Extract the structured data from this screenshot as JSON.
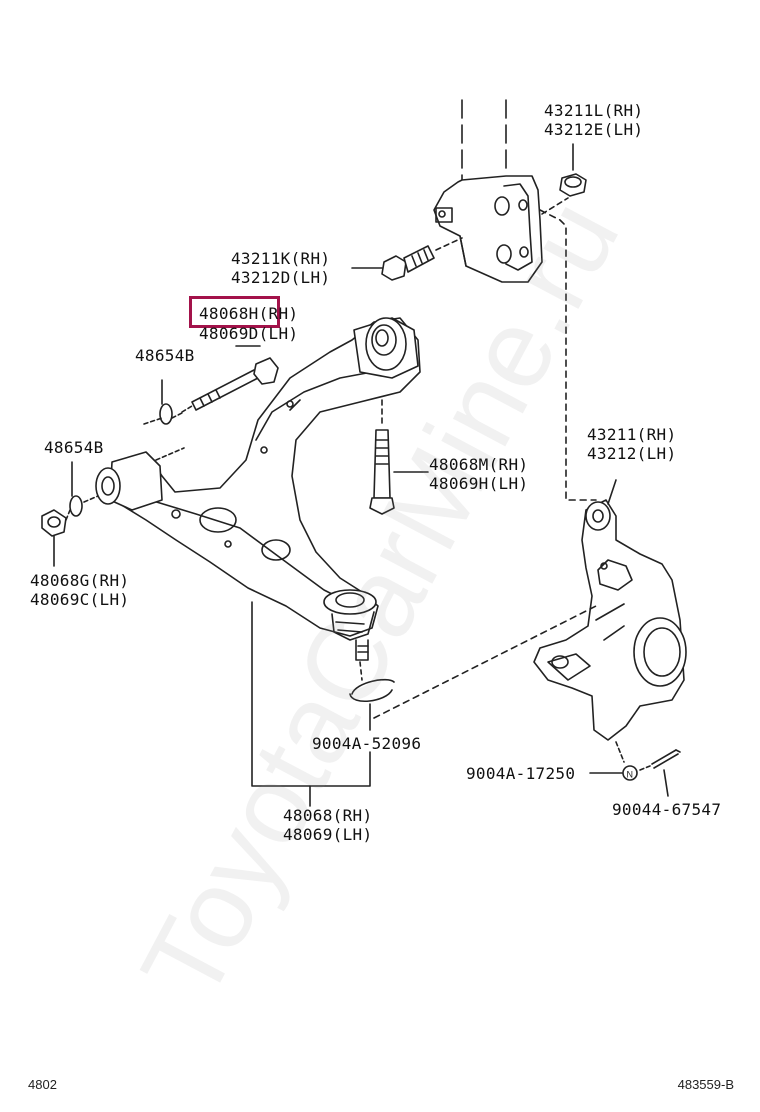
{
  "callouts": {
    "upper_nut_rh": "43211L(RH)",
    "upper_nut_lh": "43212E(LH)",
    "strut_bolt_rh": "43211K(RH)",
    "strut_bolt_lh": "43212D(LH)",
    "highlight_part_rh": "48068H",
    "highlight_part_rh_suffix": "(RH)",
    "arm_bolt_lh": "48069D(LH)",
    "washer_upper": "48654B",
    "washer_lower": "48654B",
    "rear_bolt_rh": "48068M(RH)",
    "rear_bolt_lh": "48069H(LH)",
    "knuckle_rh": "43211(RH)",
    "knuckle_lh": "43212(LH)",
    "front_nut_rh": "48068G(RH)",
    "front_nut_lh": "48069C(LH)",
    "snap_ring": "9004A-52096",
    "castle_nut": "9004A-17250",
    "cotter_pin": "90044-67547",
    "lower_arm_rh": "48068(RH)",
    "lower_arm_lh": "48069(LH)"
  },
  "footer": {
    "section_code": "4802",
    "illustration_code": "483559-B"
  },
  "watermark": "ToyotaCarMine.ru",
  "colors": {
    "highlight_border": "#a3124a",
    "line": "#222222"
  }
}
